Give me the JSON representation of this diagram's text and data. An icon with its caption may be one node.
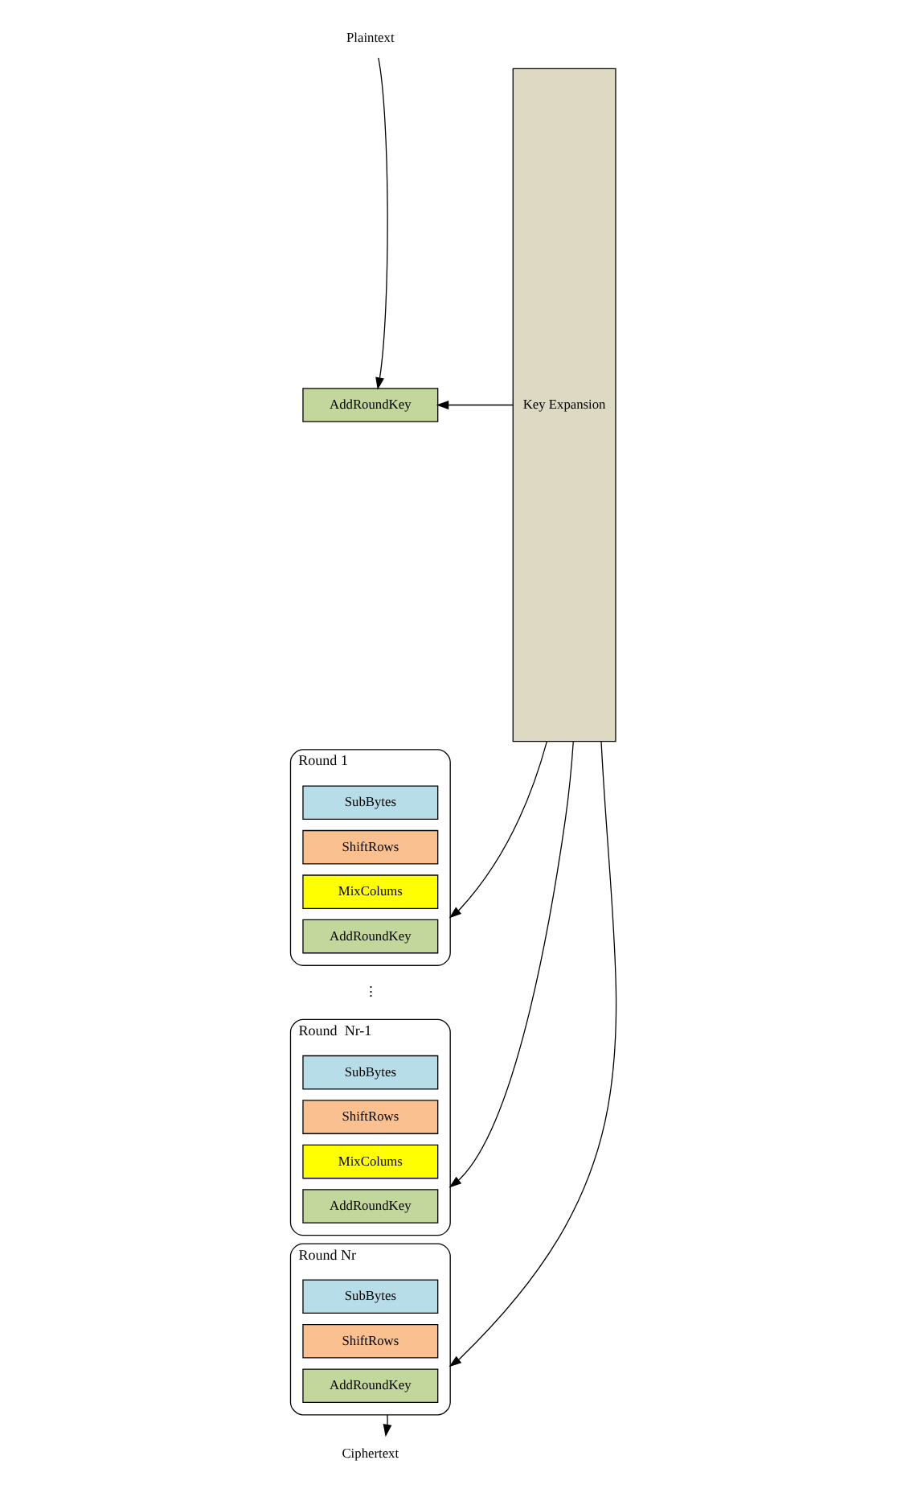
{
  "diagram": {
    "nodes": [
      {
        "text": [
          "Plaintext"
        ]
      },
      {
        "text": [
          "Key Expansion"
        ]
      },
      {
        "text": [
          "AddRoundKey"
        ]
      },
      {
        "text": [
          "Round 1"
        ]
      },
      {
        "text": [
          "SubBytes"
        ],
        "in": 3
      },
      {
        "text": [
          "ShiftRows"
        ],
        "in": 3
      },
      {
        "text": [
          "MixColums"
        ],
        "in": 3
      },
      {
        "text": [
          "AddRoundKey"
        ],
        "in": 3
      },
      {
        "text": [
          "Round  Nr-1"
        ]
      },
      {
        "text": [
          "SubBytes"
        ],
        "in": 8
      },
      {
        "text": [
          "ShiftRows"
        ],
        "in": 8
      },
      {
        "text": [
          "MixColums"
        ],
        "in": 8
      },
      {
        "text": [
          "AddRoundKey"
        ],
        "in": 8
      },
      {
        "text": [
          "Round Nr"
        ]
      },
      {
        "text": [
          "SubBytes"
        ],
        "in": 13
      },
      {
        "text": [
          "ShiftRows"
        ],
        "in": 13
      },
      {
        "text": [
          "AddRoundKey"
        ],
        "in": 13
      },
      {
        "text": [
          "Ciphertext"
        ]
      }
    ],
    "edges": [
      {
        "from": 0,
        "to": 2,
        "arrow": "to"
      },
      {
        "from": 1,
        "to": 2,
        "arrow": "to"
      },
      {
        "from": 1,
        "to": 3,
        "arrow": "to"
      },
      {
        "from": 1,
        "to": 8,
        "arrow": "to"
      },
      {
        "from": 1,
        "to": 13,
        "arrow": "to"
      },
      {
        "from": 13,
        "to": 17,
        "arrow": "to"
      }
    ],
    "labels": [
      "⋮"
    ]
  }
}
